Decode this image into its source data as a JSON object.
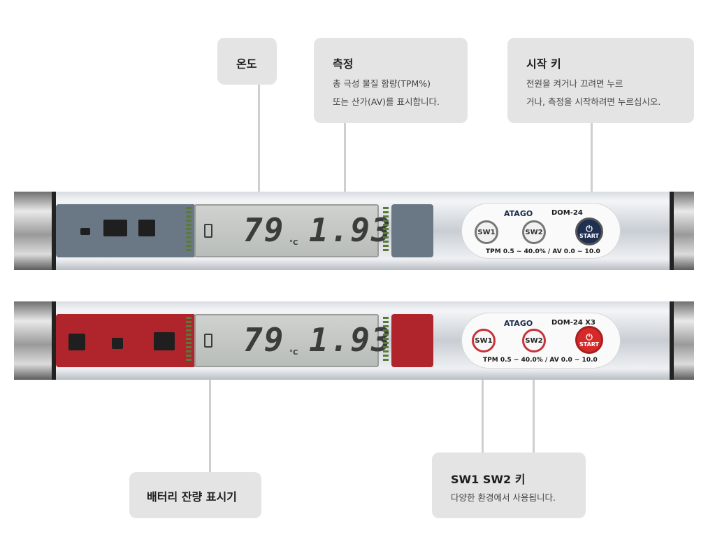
{
  "callouts": {
    "temperature": {
      "title": "온도"
    },
    "measurement": {
      "title": "측정",
      "line1": "총 극성 물질 함량(TPM%)",
      "line2": "또는 산가(AV)를 표시합니다."
    },
    "start_key": {
      "title": "시작 키",
      "line1": "전원을 켜거나 끄려면 누르",
      "line2": "거나, 측정을 시작하려면 누르십시오."
    },
    "battery": {
      "title": "배터리 잔량 표시기"
    },
    "sw_keys": {
      "title": "SW1 SW2 키",
      "line1": "다양한 환경에서 사용됩니다."
    }
  },
  "devices": [
    {
      "temp": "79",
      "temp_unit": "°C",
      "reading": "1.93",
      "brand": "ATAGO",
      "model": "DOM-24",
      "sw1": "SW1",
      "sw2": "SW2",
      "start": "START",
      "range": "TPM 0.5 ~ 40.0% / AV 0.0 ~ 10.0",
      "start_color": "#1e2f52",
      "pcb_color": "#5c6b7a"
    },
    {
      "temp": "79",
      "temp_unit": "°C",
      "reading": "1.93",
      "brand": "ATAGO",
      "model": "DOM-24 X3",
      "sw1": "SW1",
      "sw2": "SW2",
      "start": "START",
      "range": "TPM 0.5 ~ 40.0% / AV 0.0 ~ 10.0",
      "start_color": "#d62a2a",
      "pcb_color": "#b0242c"
    }
  ]
}
